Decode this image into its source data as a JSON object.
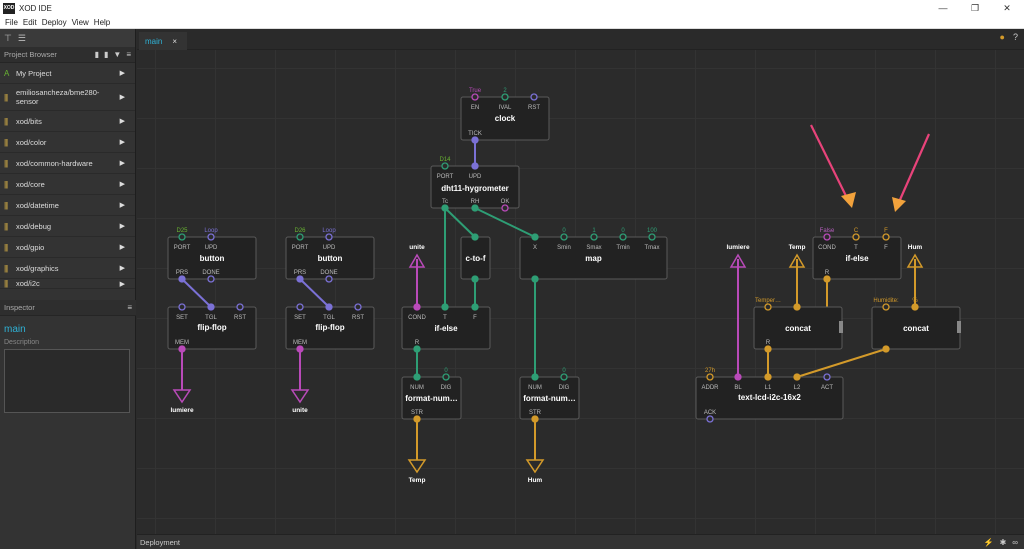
{
  "window": {
    "title": "XOD IDE",
    "logo": "XOD",
    "controls": {
      "minimize": "—",
      "restore": "❐",
      "close": "✕"
    }
  },
  "menu": [
    "File",
    "Edit",
    "Deploy",
    "View",
    "Help"
  ],
  "sidebar": {
    "project_browser_label": "Project Browser",
    "items": [
      {
        "name": "My Project",
        "kind": "project"
      },
      {
        "name": "emiliosancheza/bme280-sensor",
        "kind": "library"
      },
      {
        "name": "xod/bits",
        "kind": "library"
      },
      {
        "name": "xod/color",
        "kind": "library"
      },
      {
        "name": "xod/common-hardware",
        "kind": "library"
      },
      {
        "name": "xod/core",
        "kind": "library"
      },
      {
        "name": "xod/datetime",
        "kind": "library"
      },
      {
        "name": "xod/debug",
        "kind": "library"
      },
      {
        "name": "xod/gpio",
        "kind": "library"
      },
      {
        "name": "xod/graphics",
        "kind": "library"
      },
      {
        "name": "xod/i2c",
        "kind": "library"
      }
    ],
    "inspector_label": "Inspector",
    "inspector_title": "main",
    "description_label": "Description"
  },
  "tabs": [
    {
      "label": "main",
      "close": "×"
    }
  ],
  "deployment_label": "Deployment",
  "colors": {
    "pulse": "#7b71d6",
    "number": "#2e9e75",
    "string": "#d39a2a",
    "boolean": "#b94ab9",
    "port": "#69b432",
    "value_purple": "#b85fc0",
    "arrow": "#e8437a"
  },
  "nodes": [
    {
      "id": "clock",
      "label": "clock",
      "inputs": [
        {
          "name": "EN",
          "value": "True"
        },
        {
          "name": "IVAL",
          "value": "2"
        },
        {
          "name": "RST",
          "value": ""
        }
      ],
      "outputs": [
        {
          "name": "TICK"
        }
      ]
    },
    {
      "id": "dht11",
      "label": "dht11-hygrometer",
      "inputs": [
        {
          "name": "PORT",
          "value": "D14"
        },
        {
          "name": "UPD",
          "value": ""
        }
      ],
      "outputs": [
        {
          "name": "Tc"
        },
        {
          "name": "RH"
        },
        {
          "name": "OK"
        }
      ]
    },
    {
      "id": "button1",
      "label": "button",
      "inputs": [
        {
          "name": "PORT",
          "value": "D25"
        },
        {
          "name": "UPD",
          "value": "Loop"
        }
      ],
      "outputs": [
        {
          "name": "PRS"
        },
        {
          "name": "DONE"
        }
      ]
    },
    {
      "id": "button2",
      "label": "button",
      "inputs": [
        {
          "name": "PORT",
          "value": "D26"
        },
        {
          "name": "UPD",
          "value": "Loop"
        }
      ],
      "outputs": [
        {
          "name": "PRS"
        },
        {
          "name": "DONE"
        }
      ]
    },
    {
      "id": "flipflop1",
      "label": "flip-flop",
      "inputs": [
        {
          "name": "SET"
        },
        {
          "name": "TGL"
        },
        {
          "name": "RST"
        }
      ],
      "outputs": [
        {
          "name": "MEM"
        }
      ]
    },
    {
      "id": "flipflop2",
      "label": "flip-flop",
      "inputs": [
        {
          "name": "SET"
        },
        {
          "name": "TGL"
        },
        {
          "name": "RST"
        }
      ],
      "outputs": [
        {
          "name": "MEM"
        }
      ]
    },
    {
      "id": "ctof",
      "label": "c-to-f"
    },
    {
      "id": "map",
      "label": "map",
      "inputs": [
        {
          "name": "X",
          "value": ""
        },
        {
          "name": "Smin",
          "value": "0"
        },
        {
          "name": "Smax",
          "value": "1"
        },
        {
          "name": "Tmin",
          "value": "0"
        },
        {
          "name": "Tmax",
          "value": "100"
        }
      ]
    },
    {
      "id": "ifelse1",
      "label": "if-else",
      "inputs": [
        {
          "name": "COND"
        },
        {
          "name": "T"
        },
        {
          "name": "F"
        }
      ],
      "outputs": [
        {
          "name": "R"
        }
      ]
    },
    {
      "id": "ifelse2",
      "label": "if-else",
      "inputs": [
        {
          "name": "COND",
          "value": "False"
        },
        {
          "name": "T",
          "value": "C"
        },
        {
          "name": "F",
          "value": "F"
        }
      ],
      "outputs": [
        {
          "name": "R"
        }
      ]
    },
    {
      "id": "fmt1",
      "label": "format-num…",
      "inputs": [
        {
          "name": "NUM"
        },
        {
          "name": "DIG",
          "value": "0"
        }
      ],
      "outputs": [
        {
          "name": "STR"
        }
      ]
    },
    {
      "id": "fmt2",
      "label": "format-num…",
      "inputs": [
        {
          "name": "NUM"
        },
        {
          "name": "DIG",
          "value": "0"
        }
      ],
      "outputs": [
        {
          "name": "STR"
        }
      ]
    },
    {
      "id": "concat1",
      "label": "concat",
      "inputs": [
        {
          "value": "Temper…"
        }
      ],
      "outputs": [
        {
          "name": "R"
        }
      ]
    },
    {
      "id": "concat2",
      "label": "concat",
      "inputs": [
        {
          "value": "Humidite:"
        },
        {
          "value": "%"
        }
      ]
    },
    {
      "id": "lcd",
      "label": "text-lcd-i2c-16x2",
      "inputs": [
        {
          "name": "ADDR",
          "value": "27h"
        },
        {
          "name": "BL"
        },
        {
          "name": "L1"
        },
        {
          "name": "L2"
        },
        {
          "name": "ACT"
        }
      ],
      "outputs": [
        {
          "name": "ACK"
        }
      ]
    }
  ],
  "terminals": {
    "unite_out": "unite",
    "lumiere_out": "lumiere",
    "unite_in": "unite",
    "lumiere_in": "lumiere",
    "temp_out": "Temp",
    "hum_out": "Hum",
    "temp_in": "Temp",
    "hum_in": "Hum"
  }
}
